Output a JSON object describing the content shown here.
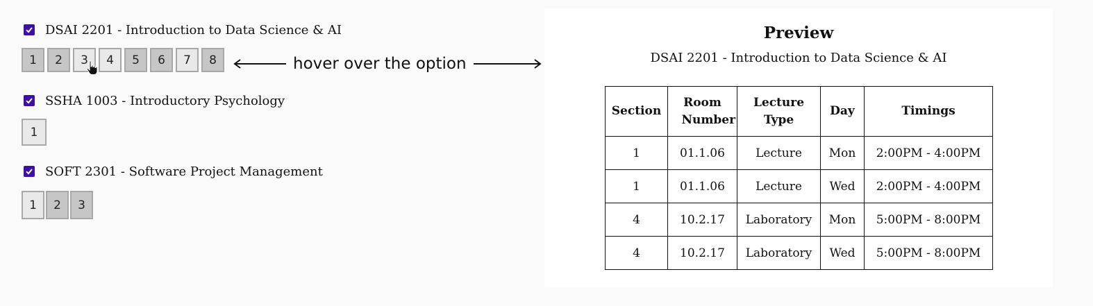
{
  "courses": [
    {
      "title": "DSAI 2201 - Introduction to Data Science & AI",
      "checked": true,
      "sections": [
        "1",
        "2",
        "3",
        "4",
        "5",
        "6",
        "7",
        "8"
      ]
    },
    {
      "title": "SSHA 1003 - Introductory Psychology",
      "checked": true,
      "sections": [
        "1"
      ]
    },
    {
      "title": "SOFT 2301 - Software Project Management",
      "checked": true,
      "sections": [
        "1",
        "2",
        "3"
      ]
    }
  ],
  "annotation": {
    "text": "hover over the option"
  },
  "preview": {
    "title": "Preview",
    "subtitle": "DSAI 2201 - Introduction to Data Science & AI",
    "headers": [
      "Section",
      "Room Number",
      "Lecture Type",
      "Day",
      "Timings"
    ],
    "rows": [
      [
        "1",
        "01.1.06",
        "Lecture",
        "Mon",
        "2:00PM - 4:00PM"
      ],
      [
        "1",
        "01.1.06",
        "Lecture",
        "Wed",
        "2:00PM - 4:00PM"
      ],
      [
        "4",
        "10.2.17",
        "Laboratory",
        "Mon",
        "5:00PM - 8:00PM"
      ],
      [
        "4",
        "10.2.17",
        "Laboratory",
        "Wed",
        "5:00PM - 8:00PM"
      ]
    ]
  },
  "icons": {
    "checkbox": "check-icon",
    "cursor": "hand-pointer-icon",
    "arrows": "arrow-left-icon / arrow-right-icon"
  },
  "colors": {
    "checkbox": "#3d0fa6"
  }
}
